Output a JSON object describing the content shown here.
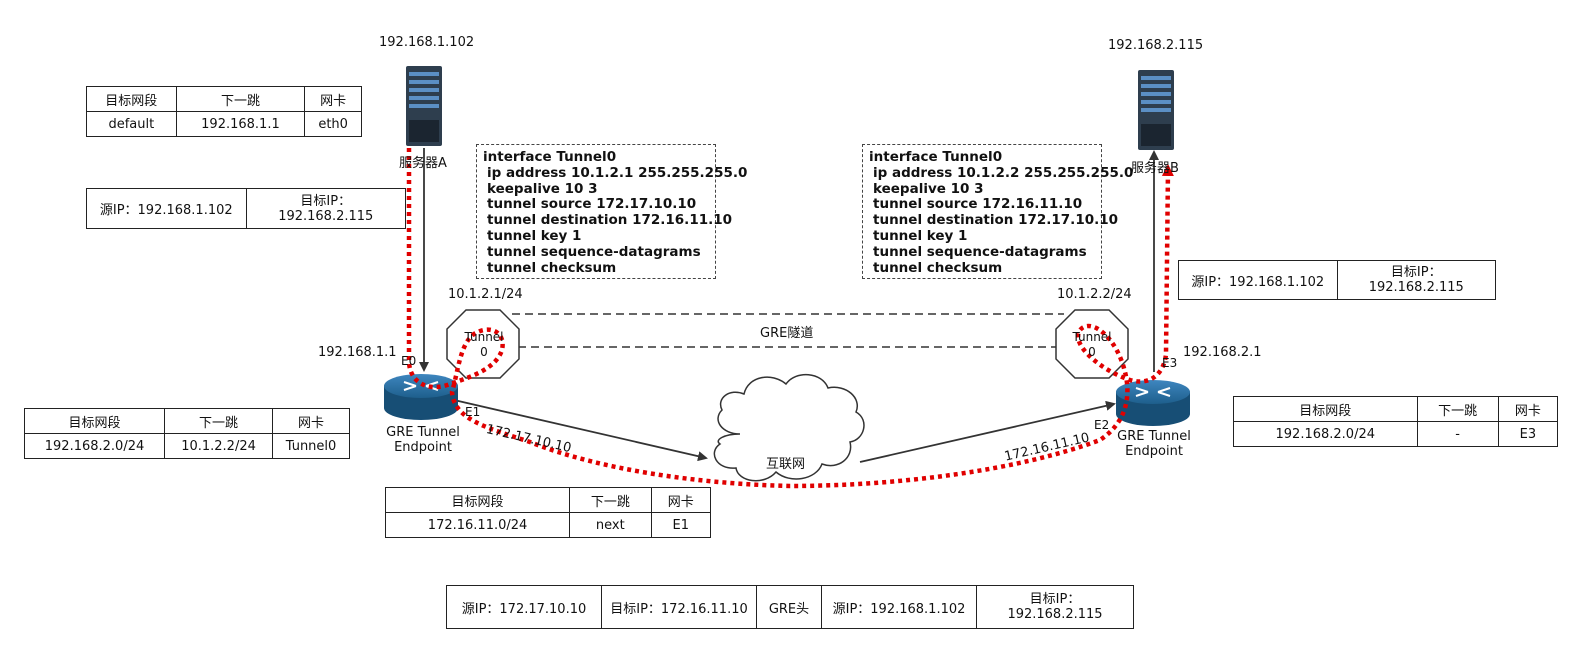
{
  "server_a": {
    "ip": "192.168.1.102",
    "name": "服务器A"
  },
  "server_b": {
    "ip": "192.168.2.115",
    "name": "服务器B"
  },
  "route_server_a": {
    "headers": [
      "目标网段",
      "下一跳",
      "网卡"
    ],
    "row": [
      "default",
      "192.168.1.1",
      "eth0"
    ]
  },
  "packet_left": {
    "src": "源IP：192.168.1.102",
    "dst_label": "目标IP：",
    "dst_ip": "192.168.2.115"
  },
  "packet_right": {
    "src": "源IP：192.168.1.102",
    "dst_label": "目标IP：",
    "dst_ip": "192.168.2.115"
  },
  "config_left": [
    "interface Tunnel0",
    "ip address 10.1.2.1 255.255.255.0",
    "keepalive 10 3",
    "tunnel source 172.17.10.10",
    "tunnel destination 172.16.11.10",
    "tunnel key 1",
    "tunnel sequence-datagrams",
    "tunnel checksum"
  ],
  "config_right": [
    "interface Tunnel0",
    "ip address 10.1.2.2 255.255.255.0",
    "keepalive 10 3",
    "tunnel source 172.16.11.10",
    "tunnel destination 172.17.10.10",
    "tunnel key 1",
    "tunnel sequence-datagrams",
    "tunnel checksum"
  ],
  "tunnel_left": {
    "ip": "10.1.2.1/24",
    "label": "Tunnel",
    "num": "0"
  },
  "tunnel_right": {
    "ip": "10.1.2.2/24",
    "label": "Tunnel",
    "num": "0"
  },
  "gre_tunnel_label": "GRE隧道",
  "router_left": {
    "ip": "192.168.1.1",
    "port_lan": "E0",
    "port_wan": "E1",
    "wan_ip": "172.17.10.10",
    "name_line1": "GRE Tunnel",
    "name_line2": "Endpoint"
  },
  "router_right": {
    "ip": "192.168.2.1",
    "port_lan": "E3",
    "port_wan": "E2",
    "wan_ip": "172.16.11.10",
    "name_line1": "GRE Tunnel",
    "name_line2": "Endpoint"
  },
  "internet_label": "互联网",
  "route_left": {
    "headers": [
      "目标网段",
      "下一跳",
      "网卡"
    ],
    "row": [
      "192.168.2.0/24",
      "10.1.2.2/24",
      "Tunnel0"
    ]
  },
  "route_right": {
    "headers": [
      "目标网段",
      "下一跳",
      "网卡"
    ],
    "row": [
      "192.168.2.0/24",
      "-",
      "E3"
    ]
  },
  "route_wan": {
    "headers": [
      "目标网段",
      "下一跳",
      "网卡"
    ],
    "row": [
      "172.16.11.0/24",
      "next",
      "E1"
    ]
  },
  "gre_packet": {
    "outer_src": "源IP：172.17.10.10",
    "outer_dst": "目标IP：172.16.11.10",
    "gre_header": "GRE头",
    "inner_src": "源IP：192.168.1.102",
    "inner_dst_label": "目标IP：",
    "inner_dst_ip": "192.168.2.115"
  },
  "colors": {
    "path": "#e00000",
    "router": "#1e5f8c",
    "server": "#2e3e4e",
    "line": "#333333"
  }
}
